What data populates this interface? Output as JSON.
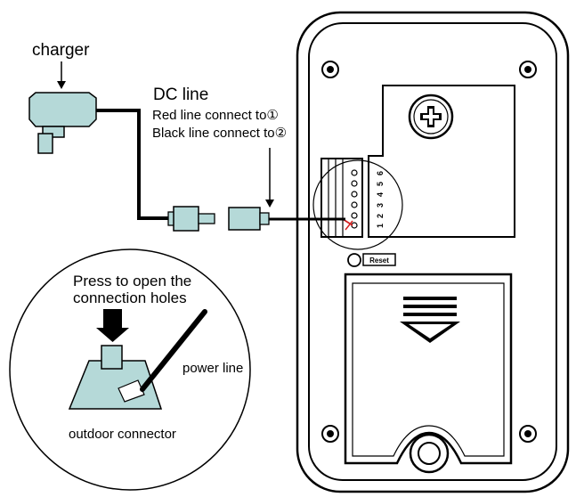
{
  "labels": {
    "charger": "charger",
    "dc_line": "DC line",
    "red_line": "Red line connect to①",
    "black_line": "Black line connect to②",
    "press_line1": "Press to open the",
    "press_line2": "connection holes",
    "power_line": "power line",
    "outdoor_connector": "outdoor connector",
    "reset": "Reset",
    "terminal_numbers": [
      "1",
      "2",
      "3",
      "4",
      "5",
      "6"
    ]
  },
  "colors": {
    "charger_fill": "#b5d9d8",
    "plug_fill": "#b5d9d8",
    "connector_fill": "#b5d9d8",
    "line": "#000000",
    "red_wire": "#d42020",
    "panel_fill": "#ffffff"
  }
}
